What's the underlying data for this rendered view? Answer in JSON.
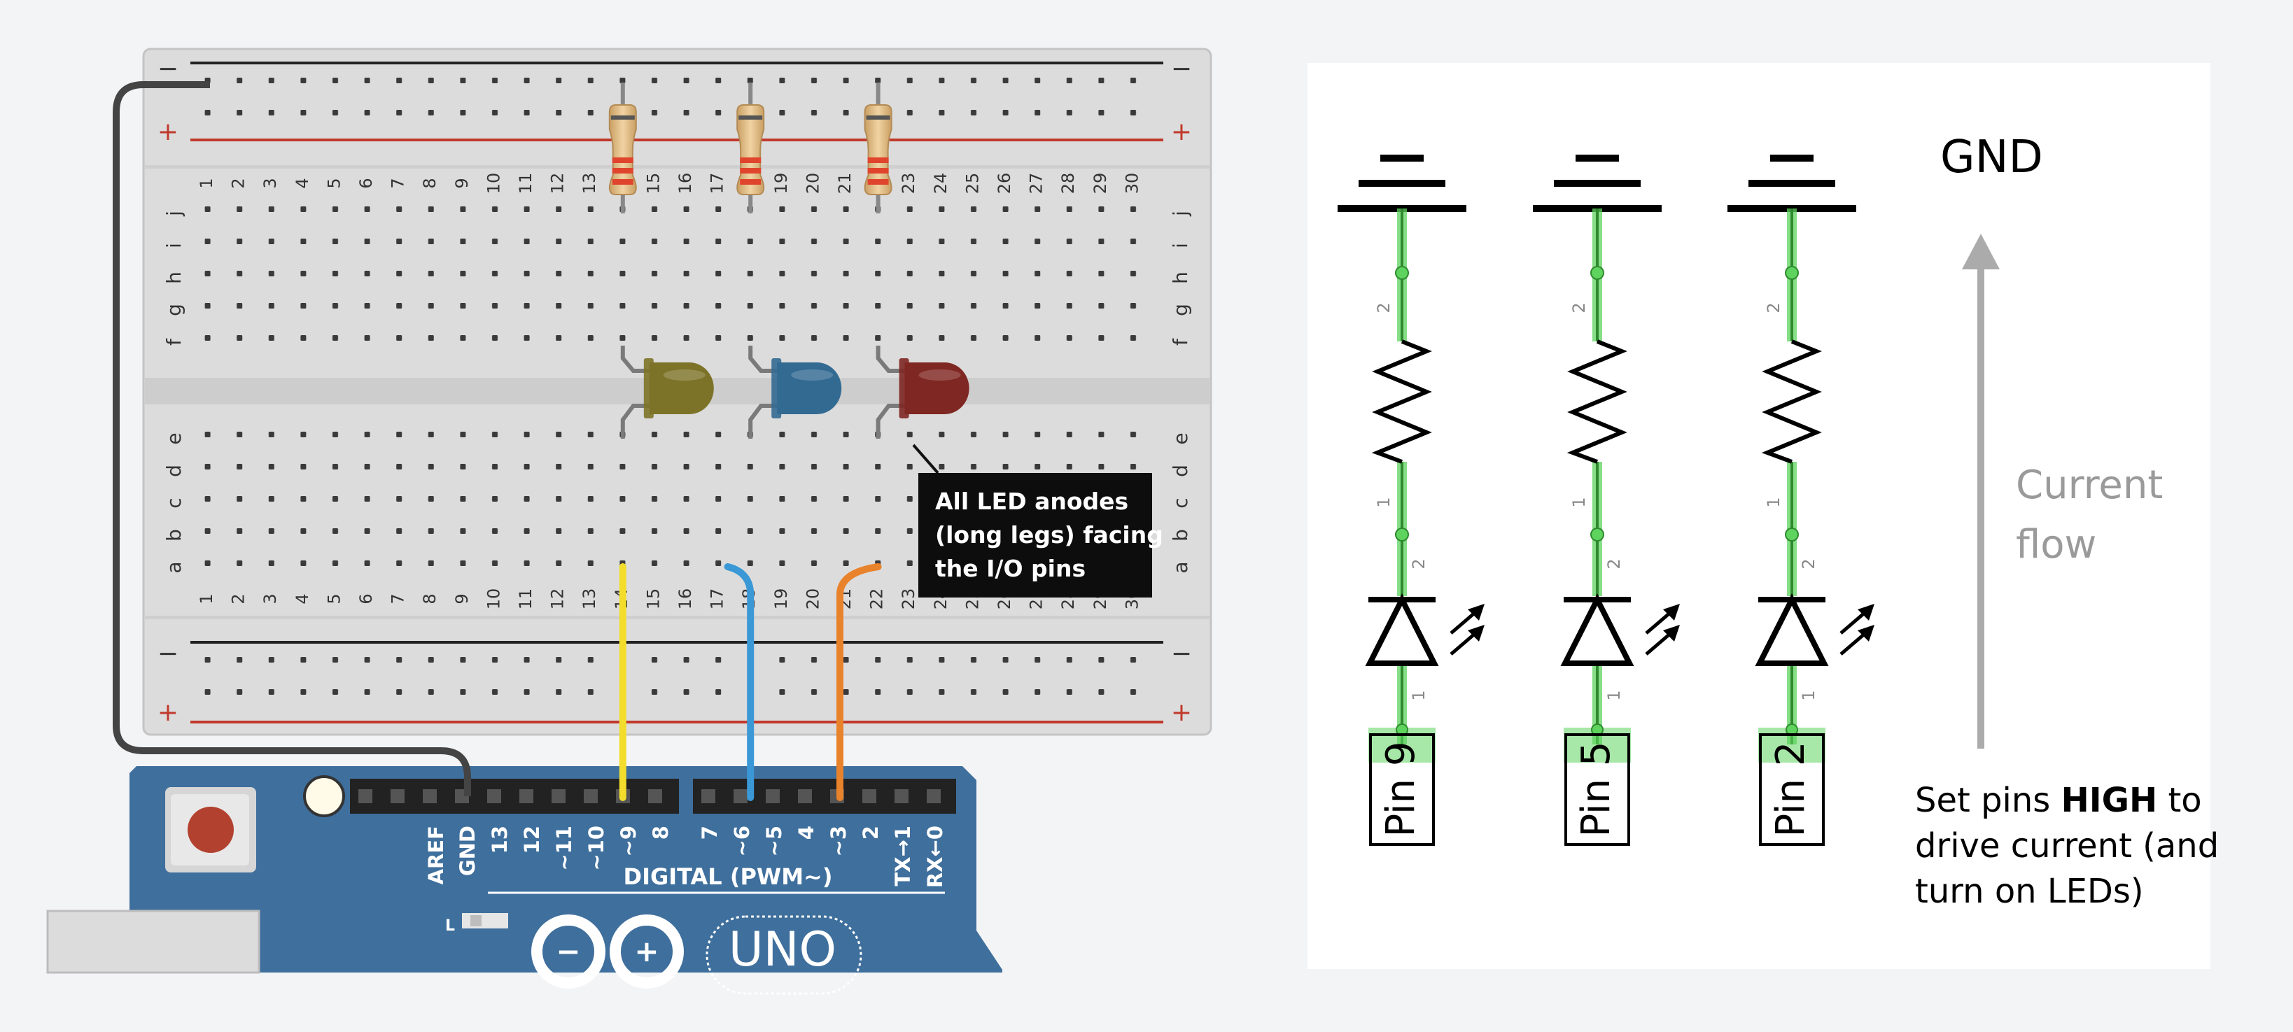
{
  "breadboard": {
    "rail_minus": "−",
    "rail_plus": "+",
    "columns": [
      "1",
      "2",
      "3",
      "4",
      "5",
      "6",
      "7",
      "8",
      "9",
      "10",
      "11",
      "12",
      "13",
      "14",
      "15",
      "16",
      "17",
      "18",
      "19",
      "20",
      "21",
      "22",
      "23",
      "24",
      "25",
      "26",
      "27",
      "28",
      "29",
      "30"
    ],
    "rows_top": [
      "j",
      "i",
      "h",
      "g",
      "f"
    ],
    "rows_bottom": [
      "e",
      "d",
      "c",
      "b",
      "a"
    ]
  },
  "callout": {
    "lines": [
      "All LED anodes",
      "(long legs) facing",
      "the I/O pins"
    ]
  },
  "arduino": {
    "header_labels_left": [
      "AREF",
      "GND",
      "13",
      "12",
      "~11",
      "~10",
      "~9",
      "8"
    ],
    "header_labels_right": [
      "7",
      "~6",
      "~5",
      "4",
      "~3",
      "2",
      "TX→1",
      "RX←0"
    ],
    "digital_label": "DIGITAL (PWM~)",
    "led_label": "L",
    "logo_minus": "−",
    "logo_plus": "+",
    "board_name": "UNO"
  },
  "leds": [
    {
      "color": "#7d7328"
    },
    {
      "color": "#336a92"
    },
    {
      "color": "#7f2722"
    }
  ],
  "wires": [
    {
      "color": "#f2dd2c"
    },
    {
      "color": "#3a98d6"
    },
    {
      "color": "#e8832c"
    }
  ],
  "schematic": {
    "gnd_label": "GND",
    "flow_label_1": "Current",
    "flow_label_2": "flow",
    "branches": [
      {
        "pin": "Pin 9"
      },
      {
        "pin": "Pin 5"
      },
      {
        "pin": "Pin 2"
      }
    ],
    "resistor_pin_top": "2",
    "resistor_pin_bottom": "1",
    "led_pin_top": "2",
    "led_pin_bottom": "1",
    "note_pre": "Set pins ",
    "note_bold": "HIGH",
    "note_post": " to",
    "note_line2": "drive current (and",
    "note_line3": "turn on LEDs)"
  },
  "colors": {
    "background": "#f3f4f6",
    "breadboard": "#dcdcdc",
    "arduino_blue": "#3f6f9c",
    "rail_red": "#c0392b",
    "wire_highlight": "#5ed45e",
    "callout_bg": "#0d0d0d"
  }
}
